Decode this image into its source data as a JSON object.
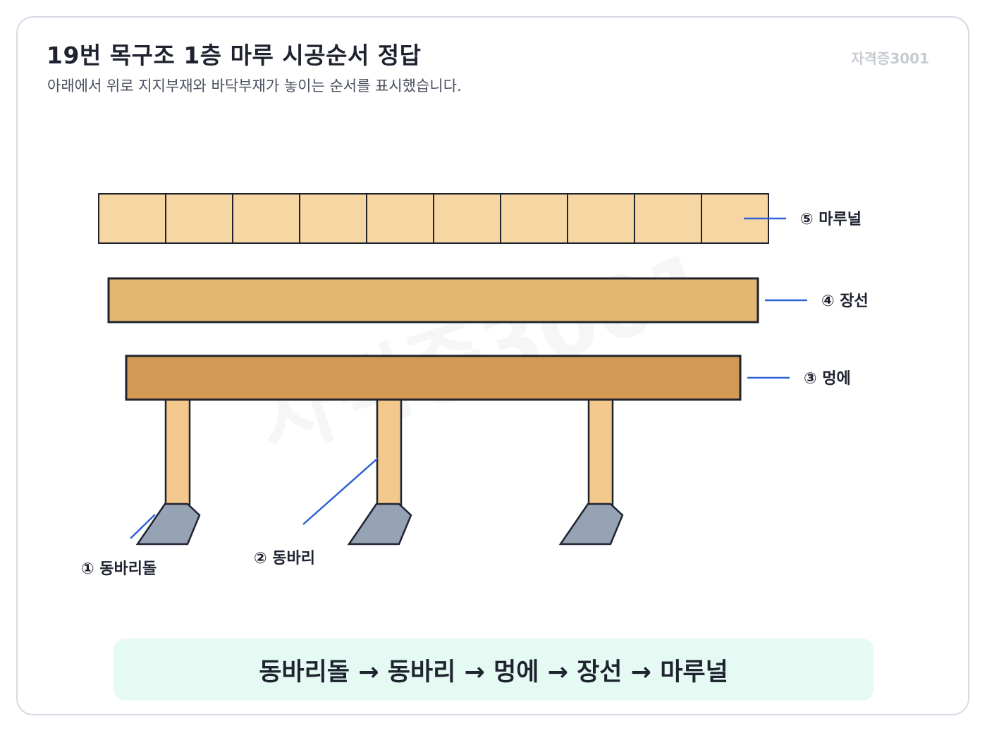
{
  "header": {
    "title": "19번 목구조 1층 마루 시공순서 정답",
    "subtitle": "아래에서 위로 지지부재와 바닥부재가 놓이는 순서를 표시했습니다.",
    "brand": "자격증3001"
  },
  "watermark": "자격증3001",
  "parts": {
    "floorboard": "⑤ 마루널",
    "joist": "④ 장선",
    "sleeper": "③ 멍에",
    "post": "② 동바리",
    "footing_stone": "① 동바리돌"
  },
  "answer": "동바리돌 → 동바리 → 멍에 → 장선 → 마루널",
  "colors": {
    "floorboard": "#f6d6a2",
    "joist": "#e3b770",
    "sleeper": "#d39a55",
    "post": "#f2c88c",
    "stone": "#96a3b5",
    "leader": "#2f62d6",
    "outline": "#1f2330"
  }
}
